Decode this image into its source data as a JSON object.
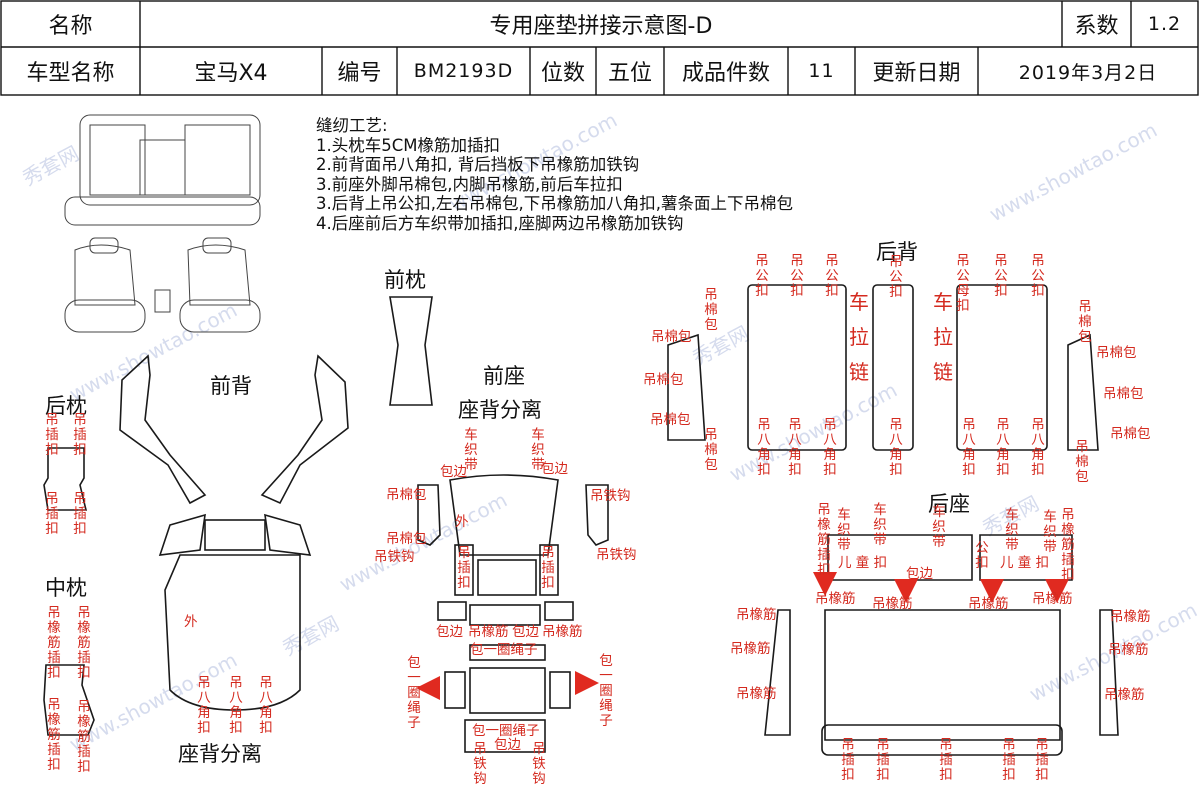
{
  "header": {
    "name_label": "名称",
    "sheet_title": "专用座垫拼接示意图-D",
    "coef_label": "系数",
    "coef_value": "1.2",
    "model_label": "车型名称",
    "model_value": "宝马X4",
    "code_label": "编号",
    "code_value": "BM2193D",
    "seats_label": "位数",
    "seats_value": "五位",
    "pieces_label": "成品件数",
    "pieces_value": "11",
    "date_label": "更新日期",
    "date_value": "2019年3月2日"
  },
  "notes": [
    "缝纫工艺:",
    "1.头枕车5CM橡筋加插扣",
    "2.前背面吊八角扣, 背后挡板下吊橡筋加铁钩",
    "3.前座外脚吊棉包,内脚吊橡筋,前后车拉扣",
    "3.后背上吊公扣,左右吊棉包,下吊橡筋加八角扣,薯条面上下吊棉包",
    "4.后座前后方车织带加插扣,座脚两边吊橡筋加铁钩"
  ],
  "section_titles": {
    "rear_headrest": "后枕",
    "middle_headrest": "中枕",
    "front_headrest": "前枕",
    "front_back": "前背",
    "front_back_split": "座背分离",
    "front_seat": "前座",
    "front_seat_split": "座背分离",
    "rear_back": "后背",
    "rear_seat": "后座"
  },
  "labels": {
    "hang_buckle": "吊\n插\n扣",
    "hang_elastic_buckle": "吊\n橡\n筋\n插\n扣",
    "outer": "外",
    "hang_octagon": "吊\n八\n角\n扣",
    "sew_belt": "车\n织\n带",
    "wrap_edge": "包边",
    "hang_cotton_pack": "吊棉包",
    "hang_iron_hook": "吊铁钩",
    "hang_elastic": "吊橡筋",
    "wrap_rope": "包\n一\n圈\n绳\n子",
    "wrap_rope_h": "包一圈绳子",
    "hang_iron_hook_v": "吊\n铁\n钩",
    "hang_male_buckle": "吊\n公\n扣",
    "hang_cotton_pack_v": "吊\n棉\n包",
    "zipper": "车\n拉\n链",
    "male_female": "吊\n公\n母\n扣",
    "child_buckle": "儿 童 扣",
    "male_buckle_v": "公\n扣"
  },
  "watermark": {
    "site": "www.showtao.com",
    "brand": "秀套网"
  },
  "colors": {
    "label_red": "#d42a1f",
    "outline": "#1a1a1a",
    "arrow_red": "#e02a20",
    "mark_blue": "#2a8fd6"
  }
}
